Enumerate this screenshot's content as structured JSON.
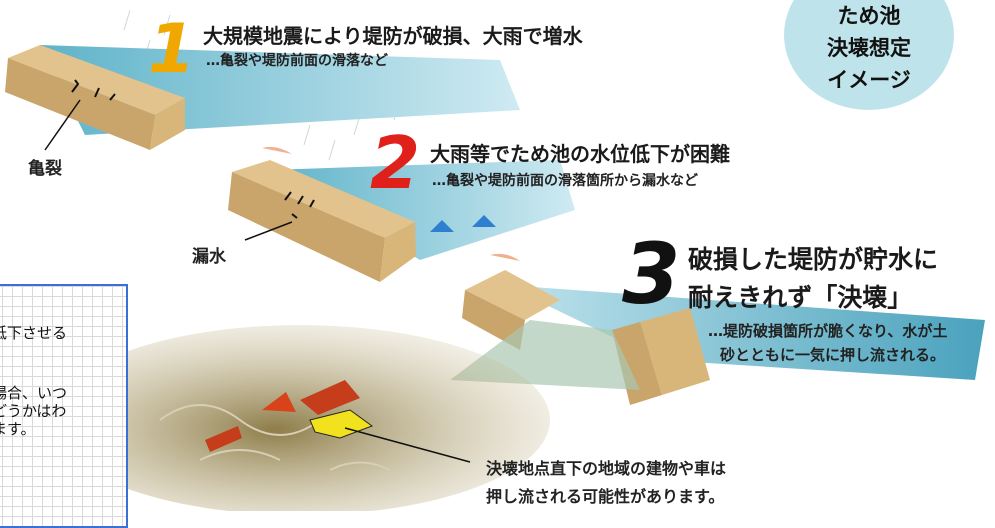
{
  "badge": {
    "lines": [
      "ため池",
      "決壊想定",
      "イメージ"
    ]
  },
  "steps": [
    {
      "number": "1",
      "color": "#f0a800",
      "heading": "大規模地震により堤防が破損、大雨で増水",
      "sub": "…亀裂や堤防前面の滑落など"
    },
    {
      "number": "2",
      "color": "#e0201a",
      "heading": "大雨等でため池の水位低下が困難",
      "sub": "…亀裂や堤防前面の滑落箇所から漏水など"
    },
    {
      "number": "3",
      "color": "#111111",
      "heading_lines": [
        "破損した堤防が貯水に",
        "耐えきれず「決壊」"
      ],
      "sub_lines": [
        "…堤防破損箇所が脆くなり、水が土",
        "砂とともに一気に押し流される。"
      ]
    }
  ],
  "labels": {
    "crack": "亀裂",
    "leak": "漏水",
    "downstream": [
      "決壊地点直下の地域の建物や車は",
      "押し流される可能性があります。"
    ]
  },
  "note": {
    "lines": [
      "低下させる",
      "場合、いつ",
      "どうかはわ",
      "ます。"
    ]
  }
}
